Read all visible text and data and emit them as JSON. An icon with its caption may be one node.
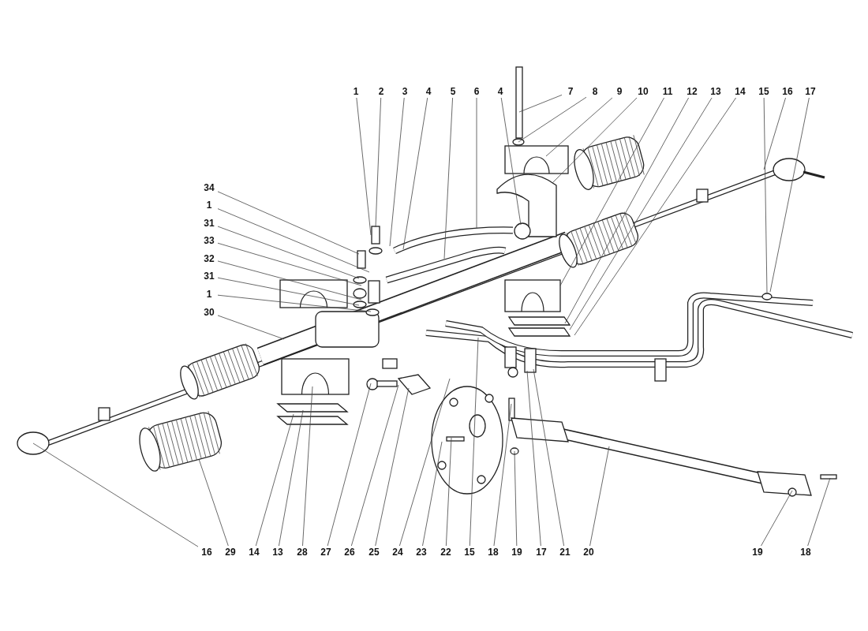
{
  "diagram": {
    "nodes": [
      {
        "text": [
          "1"
        ]
      },
      {
        "text": [
          "2"
        ]
      },
      {
        "text": [
          "3"
        ]
      },
      {
        "text": [
          "4"
        ]
      },
      {
        "text": [
          "5"
        ]
      },
      {
        "text": [
          "6"
        ]
      },
      {
        "text": [
          "4"
        ]
      },
      {
        "text": [
          "7"
        ]
      },
      {
        "text": [
          "8"
        ]
      },
      {
        "text": [
          "9"
        ]
      },
      {
        "text": [
          "10"
        ]
      },
      {
        "text": [
          "11"
        ]
      },
      {
        "text": [
          "12"
        ]
      },
      {
        "text": [
          "13"
        ]
      },
      {
        "text": [
          "14"
        ]
      },
      {
        "text": [
          "15"
        ]
      },
      {
        "text": [
          "16"
        ]
      },
      {
        "text": [
          "17"
        ]
      },
      {
        "text": [
          "34"
        ]
      },
      {
        "text": [
          "1"
        ]
      },
      {
        "text": [
          "31"
        ]
      },
      {
        "text": [
          "33"
        ]
      },
      {
        "text": [
          "32"
        ]
      },
      {
        "text": [
          "31"
        ]
      },
      {
        "text": [
          "1"
        ]
      },
      {
        "text": [
          "30"
        ]
      },
      {
        "text": [
          "16"
        ]
      },
      {
        "text": [
          "29"
        ]
      },
      {
        "text": [
          "14"
        ]
      },
      {
        "text": [
          "13"
        ]
      },
      {
        "text": [
          "28"
        ]
      },
      {
        "text": [
          "27"
        ]
      },
      {
        "text": [
          "26"
        ]
      },
      {
        "text": [
          "25"
        ]
      },
      {
        "text": [
          "24"
        ]
      },
      {
        "text": [
          "23"
        ]
      },
      {
        "text": [
          "22"
        ]
      },
      {
        "text": [
          "15"
        ]
      },
      {
        "text": [
          "18"
        ]
      },
      {
        "text": [
          "19"
        ]
      },
      {
        "text": [
          "17"
        ]
      },
      {
        "text": [
          "21"
        ]
      },
      {
        "text": [
          "20"
        ]
      },
      {
        "text": [
          "19"
        ]
      },
      {
        "text": [
          "18"
        ]
      }
    ],
    "edges": [
      {
        "from": 0,
        "to": null,
        "arrow": "none"
      },
      {
        "from": 1,
        "to": null,
        "arrow": "none"
      },
      {
        "from": 2,
        "to": null,
        "arrow": "none"
      },
      {
        "from": 3,
        "to": null,
        "arrow": "none"
      },
      {
        "from": 4,
        "to": null,
        "arrow": "none"
      },
      {
        "from": 5,
        "to": null,
        "arrow": "none"
      },
      {
        "from": 6,
        "to": null,
        "arrow": "none"
      },
      {
        "from": 7,
        "to": null,
        "arrow": "none"
      },
      {
        "from": 8,
        "to": null,
        "arrow": "none"
      },
      {
        "from": 9,
        "to": null,
        "arrow": "none"
      },
      {
        "from": 10,
        "to": null,
        "arrow": "none"
      },
      {
        "from": 11,
        "to": null,
        "arrow": "none"
      },
      {
        "from": 12,
        "to": null,
        "arrow": "none"
      },
      {
        "from": 13,
        "to": null,
        "arrow": "none"
      },
      {
        "from": 14,
        "to": null,
        "arrow": "none"
      },
      {
        "from": 15,
        "to": null,
        "arrow": "none"
      },
      {
        "from": 16,
        "to": null,
        "arrow": "none"
      },
      {
        "from": 17,
        "to": null,
        "arrow": "none"
      },
      {
        "from": 18,
        "to": null,
        "arrow": "none"
      },
      {
        "from": 19,
        "to": null,
        "arrow": "none"
      },
      {
        "from": 20,
        "to": null,
        "arrow": "none"
      },
      {
        "from": 21,
        "to": null,
        "arrow": "none"
      },
      {
        "from": 22,
        "to": null,
        "arrow": "none"
      },
      {
        "from": 23,
        "to": null,
        "arrow": "none"
      },
      {
        "from": 24,
        "to": null,
        "arrow": "none"
      },
      {
        "from": 25,
        "to": null,
        "arrow": "none"
      },
      {
        "from": 26,
        "to": null,
        "arrow": "none"
      },
      {
        "from": 27,
        "to": null,
        "arrow": "none"
      },
      {
        "from": 28,
        "to": null,
        "arrow": "none"
      },
      {
        "from": 29,
        "to": null,
        "arrow": "none"
      },
      {
        "from": 30,
        "to": null,
        "arrow": "none"
      },
      {
        "from": 31,
        "to": null,
        "arrow": "none"
      },
      {
        "from": 32,
        "to": null,
        "arrow": "none"
      },
      {
        "from": 33,
        "to": null,
        "arrow": "none"
      },
      {
        "from": 34,
        "to": null,
        "arrow": "none"
      },
      {
        "from": 35,
        "to": null,
        "arrow": "none"
      },
      {
        "from": 36,
        "to": null,
        "arrow": "none"
      },
      {
        "from": 37,
        "to": null,
        "arrow": "none"
      },
      {
        "from": 38,
        "to": null,
        "arrow": "none"
      },
      {
        "from": 39,
        "to": null,
        "arrow": "none"
      },
      {
        "from": 40,
        "to": null,
        "arrow": "none"
      },
      {
        "from": 41,
        "to": null,
        "arrow": "none"
      },
      {
        "from": 42,
        "to": null,
        "arrow": "none"
      },
      {
        "from": 43,
        "to": null,
        "arrow": "none"
      },
      {
        "from": 44,
        "to": null,
        "arrow": "none"
      }
    ]
  }
}
